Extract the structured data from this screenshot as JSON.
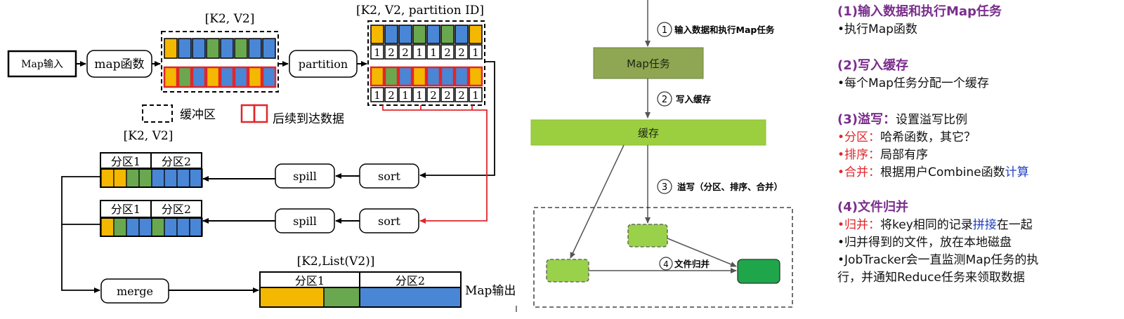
{
  "left": {
    "map_input": "Map输入",
    "map_func": "map函数",
    "label_kv_top": "[K2, V2]",
    "partition": "partition",
    "label_kv_pid": "[K2, V2, partition ID]",
    "pid_row1": [
      "1",
      "2",
      "2",
      "1",
      "1",
      "2",
      "2",
      "1"
    ],
    "pid_row2": [
      "1",
      "2",
      "1",
      "1",
      "2",
      "2",
      "2",
      "1"
    ],
    "legend_buffer": "缓冲区",
    "legend_later": "后续到达数据",
    "label_kv_mid": "[K2, V2]",
    "part1": "分区1",
    "part2": "分区2",
    "spill": "spill",
    "sort": "sort",
    "merge": "merge",
    "label_list": "[K2,List(V2)]",
    "map_output": "Map输出",
    "colors": {
      "yellow": "#f5b800",
      "blue": "#4a86d6",
      "green": "#6aa84f",
      "red": "#e0262a"
    }
  },
  "middle": {
    "step1": "输入数据和执行Map任务",
    "step1_num": "1",
    "map_task": "Map任务",
    "step2": "写入缓存",
    "step2_num": "2",
    "cache": "缓存",
    "step3": "溢写（分区、排序、合并）",
    "step3_num": "3",
    "step4": "文件归并",
    "step4_num": "4",
    "colors": {
      "map_box": "#8fa653",
      "cache_box": "#9ccf3f",
      "spill_box": "#9ad14b",
      "final_box": "#1fa64a"
    }
  },
  "right": {
    "s1_title": "(1)输入数据和执行Map任务",
    "s1_l1": "•执行Map函数",
    "s2_title": "(2)写入缓存",
    "s2_l1": "•每个Map任务分配一个缓存",
    "s3_title": "(3)溢写：",
    "s3_title_rest": "设置溢写比例",
    "s3_l1_key": "•分区：",
    "s3_l1_val": "哈希函数，其它？",
    "s3_l2_key": "•排序：",
    "s3_l2_val": "局部有序",
    "s3_l3_key": "•合并：",
    "s3_l3_val": "根据用户Combine函数",
    "s3_l3_blue": "计算",
    "s4_title": "(4)文件归并",
    "s4_l1_key": "•归并：",
    "s4_l1_a": "将key相同的记录",
    "s4_l1_blue": "拼接",
    "s4_l1_b": "在一起",
    "s4_l2": "•归并得到的文件，放在本地磁盘",
    "s4_l3": "•JobTracker会一直监测Map任务的执",
    "s4_l4": "行，并通知Reduce任务来领取数据"
  }
}
